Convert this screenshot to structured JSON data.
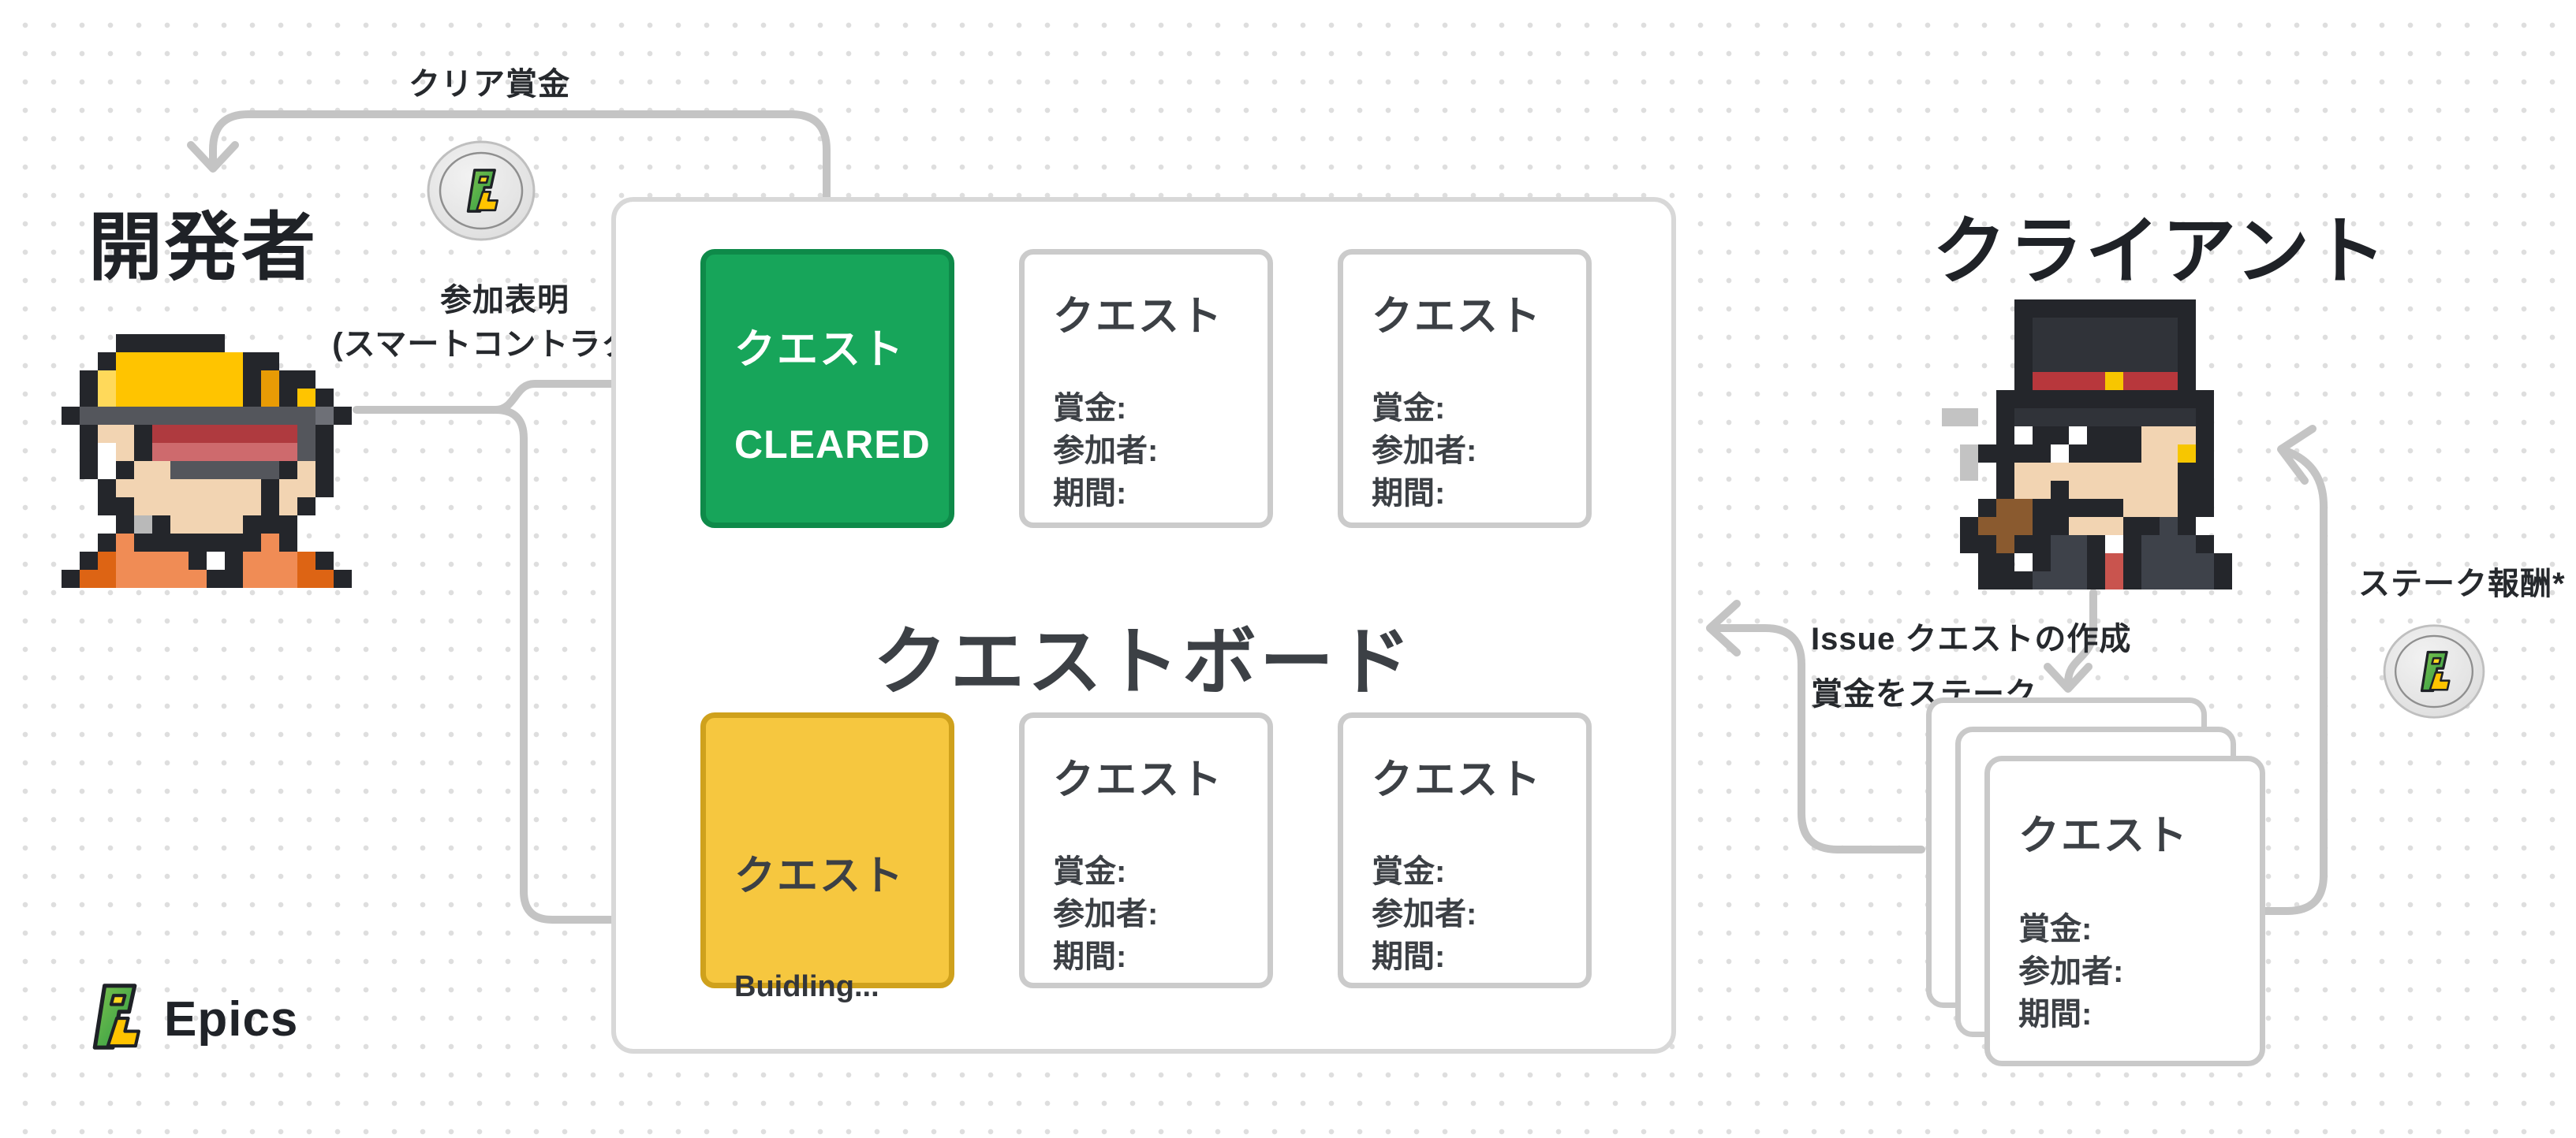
{
  "labels": {
    "clear_reward": "クリア賞金",
    "developer": "開発者",
    "client": "クライアント",
    "participation_line1": "参加表明",
    "participation_line2": "(スマートコントラクト)",
    "issue_line1": "Issue クエストの作成",
    "issue_line2": "賞金をステーク",
    "stake_reward": "ステーク報酬*"
  },
  "quest_board": {
    "title": "クエストボード",
    "cleared_card": {
      "title": "クエスト",
      "status": "CLEARED"
    },
    "building_card": {
      "title": "クエスト",
      "status": "Buidling..."
    },
    "open_cards": [
      {
        "title": "クエスト",
        "bounty_label": "賞金:",
        "participants_label": "参加者:",
        "period_label": "期間:"
      },
      {
        "title": "クエスト",
        "bounty_label": "賞金:",
        "participants_label": "参加者:",
        "period_label": "期間:"
      },
      {
        "title": "クエスト",
        "bounty_label": "賞金:",
        "participants_label": "参加者:",
        "period_label": "期間:"
      },
      {
        "title": "クエスト",
        "bounty_label": "賞金:",
        "participants_label": "参加者:",
        "period_label": "期間:"
      }
    ]
  },
  "quest_stack": {
    "title": "クエスト",
    "bounty_label": "賞金:",
    "participants_label": "参加者:",
    "period_label": "期間:"
  },
  "logo": {
    "brand": "Epics"
  },
  "colors": {
    "cleared_green": "#17a55a",
    "cleared_green_border": "#0e8a49",
    "building_yellow": "#f6c73f",
    "building_yellow_border": "#cfa11c",
    "arrow_gray": "#c4c4c4",
    "card_border_gray": "#cbcbcb",
    "text_dark": "#3c4045",
    "logo_green": "#3fae4e",
    "logo_yellow": "#ffc400"
  },
  "sprites": {
    "developer": {
      "palette": {
        "K": "#24262b",
        "Y": "#ffc400",
        "H": "#ffd95a",
        "A": "#e89b05",
        "D": "#54565c",
        "E": "#6e7077",
        "R": "#af3a3f",
        "r": "#ce6a6d",
        "S": "#f2d4b2",
        "W": "#ffffff",
        "G": "#b9b9b9",
        "O": "#f08c55",
        "o": "#dd6414"
      },
      "grid": [
        "...KKKKKK.......",
        "..KYYYYYYYKK....",
        ".KHYYYYYYYKAKK..",
        ".KHYYYYYYYKAKYK.",
        "KDDDDDDDDDDDDDEK",
        ".KSSKRRRRRRRRDK.",
        ".KWSKrrrrrrrrDK.",
        ".KWKSSDDDDDDKSK.",
        "..KSSSSSSSSKSSK.",
        "..KKSSSSSSSKSK..",
        "...KGKSSSSKKK...",
        "..KOKKKKKKKOK...",
        ".KoOOOOKWKOOOoK.",
        "KooOOOOOKKOOOooK"
      ]
    },
    "client": {
      "palette": {
        "K": "#24262b",
        "T": "#303339",
        "D": "#3e424a",
        "R": "#b8373c",
        "y": "#f7c600",
        "S": "#f2d4b2",
        "W": "#ffffff",
        "G": "#c3c3c3",
        "b": "#8a5a2f",
        "r": "#c9544e"
      },
      "grid": [
        "....KKKKKKKKKK...",
        "....KTTTTTTTTK...",
        "....KTTTTTTTTK...",
        "....KTTTTTTTTK...",
        "....KRRRRyRRRK...",
        "...KKKKKKKKKKKK..",
        "GG.KTTTTTTTTTTK..",
        "...KWKKWKKKSSSK..",
        ".GKKKKWKKKKSSyK..",
        ".G.KSSSSSSSSSKK..",
        "...KSSKSSSSSSKK..",
        "..KbbKKKKKSSSKK..",
        ".KbbbKKSSSKKDK...",
        ".KKbKKDDKWKDDDK..",
        "..KK.KDDKrKDDDDK.",
        "..KKKDDDKrKDDDDK."
      ]
    }
  }
}
